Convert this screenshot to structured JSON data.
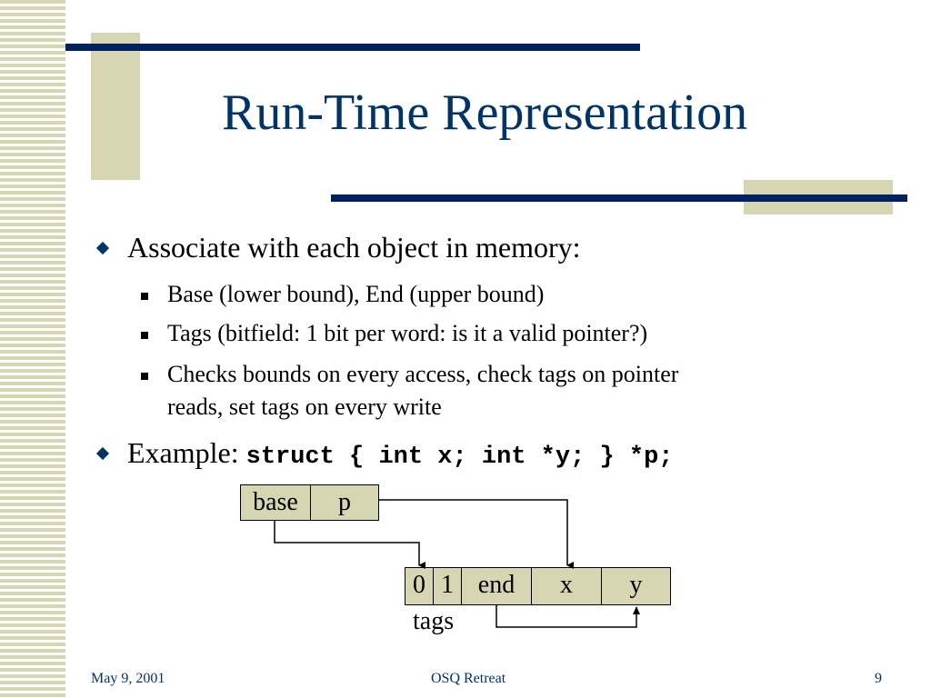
{
  "slide": {
    "title": "Run-Time Representation",
    "bullets": [
      {
        "text": "Associate with each object in memory:",
        "subitems": [
          "Base (lower bound), End (upper bound)",
          "Tags (bitfield: 1 bit per word: is it a valid pointer?)",
          "Checks bounds on every access, check tags on pointer",
          "reads, set tags on every write"
        ]
      },
      {
        "text": "Example:",
        "code": "struct { int x; int *y; } *p;"
      }
    ]
  },
  "diagram": {
    "pointer_cells": [
      "base",
      "p"
    ],
    "object_cells": [
      "0",
      "1",
      "end",
      "x",
      "y"
    ],
    "tags_label": "tags"
  },
  "footer": {
    "date": "May 9, 2001",
    "event": "OSQ Retreat",
    "page": "9"
  },
  "colors": {
    "title": "#003366",
    "accent_bar": "#002060",
    "khaki": "#d6d6b2"
  }
}
